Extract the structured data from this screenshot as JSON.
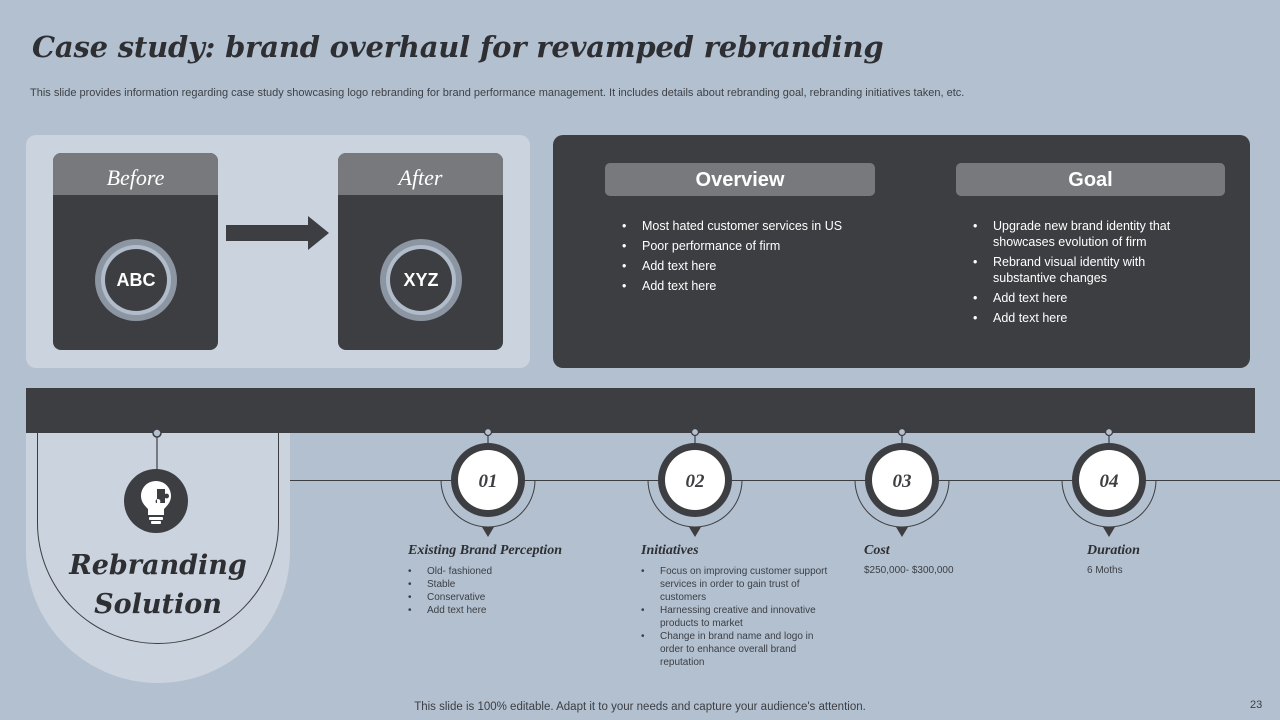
{
  "title": "Case study: brand overhaul for revamped rebranding",
  "subtitle": "This slide provides information regarding case study showcasing logo rebranding for brand performance management. It includes details about rebranding goal, rebranding initiatives taken, etc.",
  "before": {
    "label": "Before",
    "logo_text": "ABC"
  },
  "after": {
    "label": "After",
    "logo_text": "XYZ"
  },
  "overview": {
    "heading": "Overview",
    "items": [
      "Most hated customer services  in US",
      "Poor performance  of firm",
      "Add text here",
      "Add text here"
    ]
  },
  "goal": {
    "heading": "Goal",
    "items": [
      "Upgrade  new brand identity that showcases evolution  of firm",
      "Rebrand  visual identity with substantive changes",
      "Add text here",
      "Add text here"
    ]
  },
  "rebranding": {
    "title_line1": "Rebranding",
    "title_line2": "Solution",
    "icon": "lightbulb-puzzle-icon"
  },
  "steps": [
    {
      "num": "01",
      "heading": "Existing Brand Perception",
      "items": [
        "Old- fashioned",
        "Stable",
        "Conservative",
        "Add text here"
      ]
    },
    {
      "num": "02",
      "heading": "Initiatives",
      "items": [
        "Focus on improving customer support services in order to gain trust of customers",
        "Harnessing creative and innovative products to market",
        "Change  in brand name  and logo  in order to enhance overall brand reputation"
      ]
    },
    {
      "num": "03",
      "heading": "Cost",
      "text": "$250,000- $300,000"
    },
    {
      "num": "04",
      "heading": "Duration",
      "text": "6 Moths"
    }
  ],
  "footer": "This slide is 100% editable. Adapt it to your needs and capture your audience's attention.",
  "page_number": "23",
  "colors": {
    "background": "#b3c0cf",
    "dark": "#3d3e41",
    "mid_gray": "#78797c",
    "light_panel": "#cbd3de"
  }
}
